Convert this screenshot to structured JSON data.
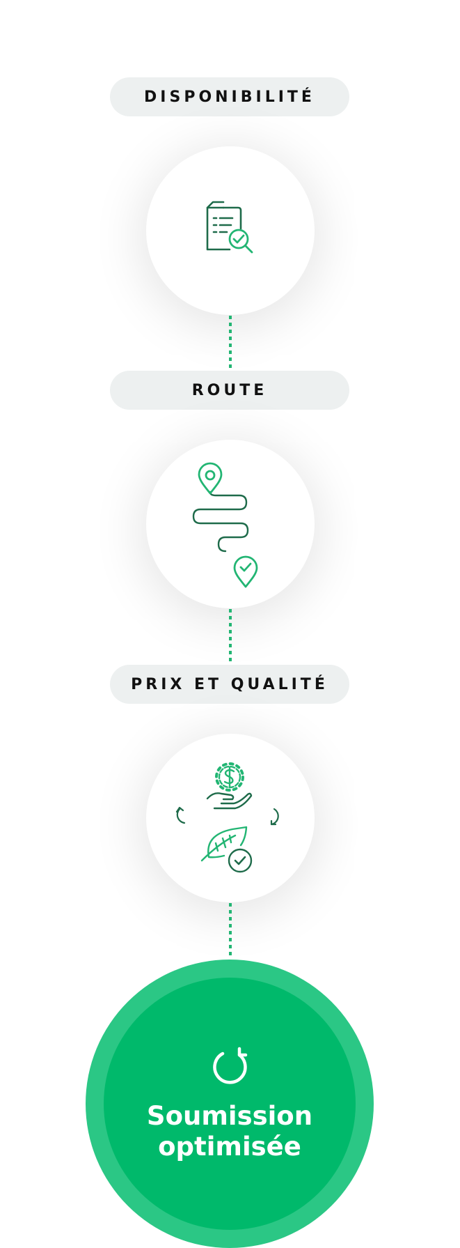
{
  "steps": [
    {
      "label": "DISPONIBILITÉ",
      "icon": "document-search-check-icon"
    },
    {
      "label": "ROUTE",
      "icon": "route-map-pins-icon"
    },
    {
      "label": "PRIX ET QUALITÉ",
      "icon": "price-quality-cycle-icon"
    }
  ],
  "result": {
    "line1": "Soumission",
    "line2": "optimisée",
    "icon": "refresh-icon"
  },
  "colors": {
    "accent": "#22b573",
    "dark_green": "#1e6b4a",
    "final_outer": "#2bc785",
    "final_inner": "#00b96b",
    "pill_bg": "#edf0f0"
  }
}
